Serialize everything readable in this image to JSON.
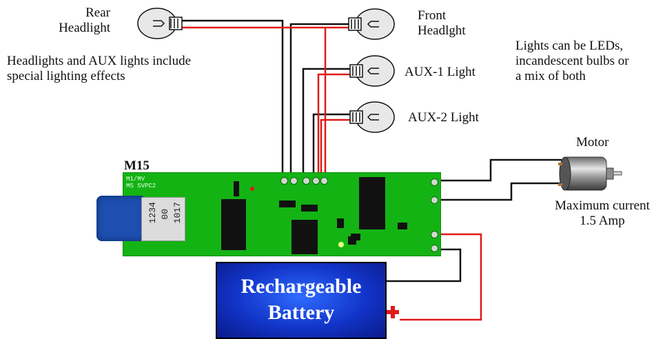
{
  "labels": {
    "rear_headlight": [
      "Rear",
      "Headlight"
    ],
    "front_headlight": [
      "Front",
      "Headlght"
    ],
    "aux1": "AUX-1 Light",
    "aux2": "AUX-2 Light",
    "effects_note": [
      "Headlights and AUX lights include",
      "special lighting effects"
    ],
    "lights_note": [
      "Lights can be LEDs,",
      "incandescent bulbs or",
      "a mix of both"
    ],
    "motor": "Motor",
    "max_current": [
      "Maximum current",
      "1.5 Amp"
    ],
    "board": "M15",
    "battery": [
      "Rechargeable",
      "Battery"
    ],
    "module_plate": [
      "1234",
      "00",
      "1017"
    ]
  },
  "colors": {
    "wire_black": "#111111",
    "wire_red": "#e01818",
    "board_green": "#14b314",
    "battery_blue": "#1234c8",
    "plus_red": "#e01818"
  },
  "icons": {
    "bulb": "bulb-icon",
    "motor": "motor-icon",
    "plus": "plus-icon"
  }
}
